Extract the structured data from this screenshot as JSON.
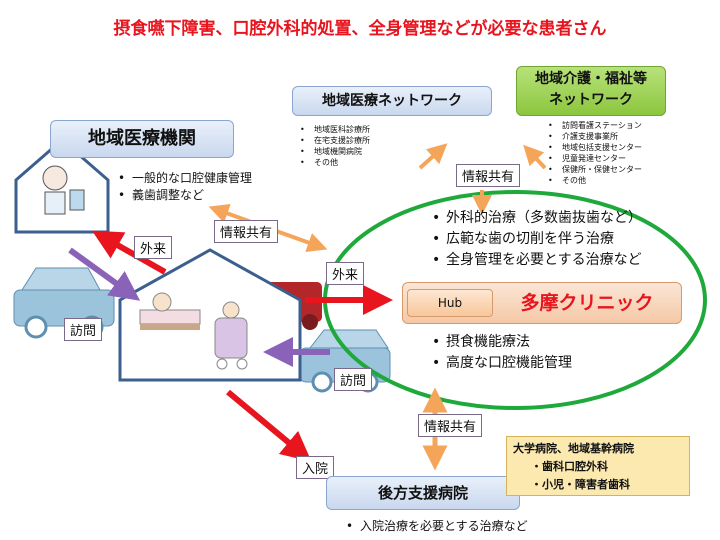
{
  "title": "摂食嚥下障害、口腔外科的処置、全身管理などが必要な患者さん",
  "regional_institution": {
    "label": "地域医療機関",
    "items": [
      "一般的な口腔健康管理",
      "義歯調整など"
    ]
  },
  "medical_network": {
    "label": "地域医療ネットワーク",
    "items": [
      "地域医科診療所",
      "在宅支援診療所",
      "地域機関病院",
      "その他"
    ]
  },
  "welfare_network": {
    "label_line1": "地域介護・福祉等",
    "label_line2": "ネットワーク",
    "items": [
      "訪問看護ステーション",
      "介護支援事業所",
      "地域包括支援センター",
      "児童発達センター",
      "保健所・保健センター",
      "その他"
    ]
  },
  "clinic": {
    "name": "多摩クリニック",
    "hub": "Hub",
    "upper_items": [
      "外科的治療（多数歯抜歯など）",
      "広範な歯の切削を伴う治療",
      "全身管理を必要とする治療など"
    ],
    "lower_items": [
      "摂食機能療法",
      "高度な口腔機能管理"
    ]
  },
  "tags": {
    "info_share_top": "情報共有",
    "info_share_left": "情報共有",
    "info_share_bottom": "情報共有",
    "outpatient_left": "外来",
    "outpatient_right": "外来",
    "visit_left": "訪問",
    "visit_right": "訪問",
    "admission": "入院"
  },
  "backup_hospital": {
    "label": "後方支援病院",
    "note": "入院治療を必要とする治療など"
  },
  "university": {
    "line1": "大学病院、地域基幹病院",
    "items": [
      "・歯科口腔外科",
      "・小児・障害者歯科"
    ]
  },
  "colors": {
    "red": "#e8141e",
    "green": "#1fa93a",
    "orange": "#f5a55a",
    "purple": "#8a63b8",
    "car": "#9cc3dc"
  }
}
